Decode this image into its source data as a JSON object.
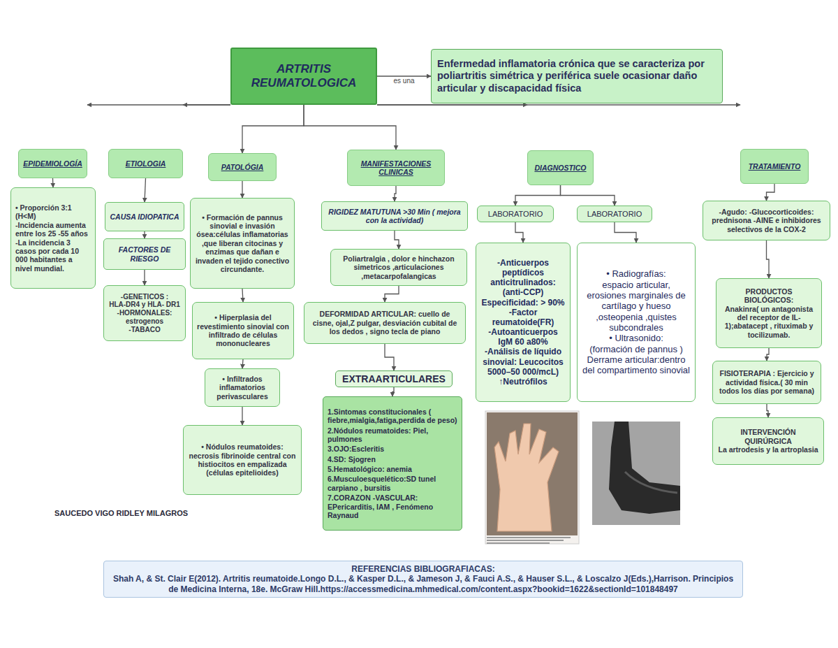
{
  "diagram": {
    "nodes": [
      {
        "text": [
          "ARTRITIS REUMATOLOGICA"
        ]
      },
      {
        "text": [
          "Enfermedad inflamatoria crónica que se caracteriza por poliartritis simétrica y periférica suele ocasionar daño articular y discapacidad física"
        ]
      },
      {
        "text": [
          "EPIDEMIOLOGÍA"
        ]
      },
      {
        "text": [
          "ETIOLOGIA"
        ]
      },
      {
        "text": [
          "PATOLÓGIA"
        ]
      },
      {
        "text": [
          "MANIFESTACIONES CLINICAS"
        ]
      },
      {
        "text": [
          "DIAGNOSTICO"
        ]
      },
      {
        "text": [
          "TRATAMIENTO"
        ]
      },
      {
        "text": [
          "• Proporción 3:1 (H<M)",
          "-Incidencia aumenta entre los 25 -55 años",
          "-La incidencia 3 casos por cada 10 000 habitantes a nivel mundial."
        ]
      },
      {
        "text": [
          "CAUSA IDIOPATICA"
        ]
      },
      {
        "text": [
          "FACTORES DE RIESGO"
        ]
      },
      {
        "text": [
          "-GENETICOS :",
          "HLA-DR4 y HLA- DR1",
          "-HORMONALES:",
          "estrogenos",
          "-TABACO"
        ]
      },
      {
        "text": [
          "• Formación de pannus sinovial e invasión ósea:células inflamatorias ,que liberan citocinas y enzimas que dañan e invaden el tejido conectivo circundante."
        ]
      },
      {
        "text": [
          "• Hiperplasia del revestimiento sinovial con infiltrado de células mononucleares"
        ]
      },
      {
        "text": [
          "• Infiltrados inflamatorios perivasculares"
        ]
      },
      {
        "text": [
          "• Nódulos reumatoides: necrosis fibrinoide central con histiocitos en empalizada (células epitelioides)"
        ]
      },
      {
        "text": [
          "RIGIDEZ MATUTUNA >30 Min ( mejora con la actividad)"
        ]
      },
      {
        "text": [
          "Poliartralgia , dolor e hinchazon simetricos ,articulaciones ,metacarpofalangicas"
        ]
      },
      {
        "text": [
          "DEFORMIDAD ARTICULAR: cuello de cisne, ojal,Z pulgar, desviación cubital de los dedos , signo tecla de piano"
        ]
      },
      {
        "text": [
          "EXTRAARTICULARES"
        ]
      },
      {
        "text": [
          "1.Sintomas constitucionales ( fiebre,mialgia,fatiga,perdida de peso)",
          "2.Nódulos reumatoides: Piel, pulmones",
          "3.OJO:Escleritis",
          "4.SD: Sjogren",
          "5.Hematológico: anemia",
          "6.Musculoesquelético:SD tunel carpiano , bursitis",
          "7.CORAZON -VASCULAR: EPericarditis, IAM , Fenómeno Raynaud"
        ]
      },
      {
        "text": [
          "LABORATORIO"
        ]
      },
      {
        "text": [
          "LABORATORIO"
        ]
      },
      {
        "text": [
          "-Anticuerpos peptídicos anticitrulinados: (anti-CCP)",
          "Especificidad: > 90%",
          "-Factor reumatoide(FR)",
          "-Autoanticuerpos IgM 60 a80%",
          "-Análisis de líquido sinovial: Leucocitos 5000–50 000/mcL)",
          "↑Neutrófilos"
        ]
      },
      {
        "text": [
          "• Radiografías:",
          "espacio articular, erosiones marginales de cartílago y hueso ,osteopenia ,quistes subcondrales",
          "• Ultrasonido:",
          "(formación de pannus )",
          "Derrame articular:dentro del compartimento sinovial"
        ]
      },
      {
        "text": [
          "-Agudo: -Glucocorticoides: prednisona -AINE e inhibidores selectivos de la COX-2"
        ]
      },
      {
        "text": [
          "PRODUCTOS BIOLÓGICOS:",
          "Anakinra( un antagonista del receptor de IL-1);abatacept , rituximab y tocilizumab."
        ]
      },
      {
        "text": [
          "FISIOTERAPIA : Ejercicio y actividad física.( 30 min todos los días por semana)"
        ]
      },
      {
        "text": [
          "INTERVENCIÓN QUIRÚRGICA",
          "La artrodesis y la artroplasia"
        ]
      },
      {
        "text": [
          "REFERENCIAS BIBLIOGRAFIACAS:",
          "Shah A, & St. Clair E(2012). Artritis reumatoide.Longo D.L., & Kasper D.L., & Jameson J, & Fauci A.S., & Hauser S.L., & Loscalzo J(Eds.),Harrison. Principios de Medicina Interna, 18e. McGraw Hill.https://accessmedicina.mhmedical.com/content.aspx?bookid=1622&sectionId=101848497"
        ]
      }
    ],
    "edges": [
      {
        "from": 0,
        "to": 1,
        "label": "es una",
        "arrow": "to"
      },
      {
        "from": 0,
        "to": 2,
        "arrow": "to"
      },
      {
        "from": 0,
        "to": 3,
        "arrow": "to"
      },
      {
        "from": 0,
        "to": 4,
        "arrow": "to"
      },
      {
        "from": 0,
        "to": 5,
        "arrow": "to"
      },
      {
        "from": 0,
        "to": 6,
        "arrow": "to"
      },
      {
        "from": 0,
        "to": 7,
        "arrow": "to"
      },
      {
        "from": 2,
        "to": 8,
        "arrow": "to"
      },
      {
        "from": 3,
        "to": 9,
        "arrow": "to"
      },
      {
        "from": 9,
        "to": 10,
        "arrow": "to"
      },
      {
        "from": 10,
        "to": 11,
        "arrow": "to"
      },
      {
        "from": 4,
        "to": 12,
        "arrow": "to"
      },
      {
        "from": 12,
        "to": 13,
        "arrow": "to"
      },
      {
        "from": 13,
        "to": 14,
        "arrow": "to"
      },
      {
        "from": 14,
        "to": 15,
        "arrow": "to"
      },
      {
        "from": 5,
        "to": 16,
        "arrow": "to"
      },
      {
        "from": 16,
        "to": 17,
        "arrow": "to"
      },
      {
        "from": 17,
        "to": 18,
        "arrow": "to"
      },
      {
        "from": 18,
        "to": 19,
        "arrow": "to"
      },
      {
        "from": 19,
        "to": 20,
        "arrow": "to"
      },
      {
        "from": 6,
        "to": 21,
        "arrow": "to"
      },
      {
        "from": 6,
        "to": 22,
        "arrow": "to"
      },
      {
        "from": 21,
        "to": 23,
        "arrow": "to"
      },
      {
        "from": 22,
        "to": 24,
        "arrow": "to"
      },
      {
        "from": 7,
        "to": 25,
        "arrow": "to"
      },
      {
        "from": 25,
        "to": 26,
        "arrow": "to"
      },
      {
        "from": 26,
        "to": 27,
        "arrow": "to"
      },
      {
        "from": 27,
        "to": 28,
        "arrow": "to"
      }
    ],
    "labels": [
      "SAUCEDO VIGO RIDLEY MILAGROS"
    ]
  }
}
